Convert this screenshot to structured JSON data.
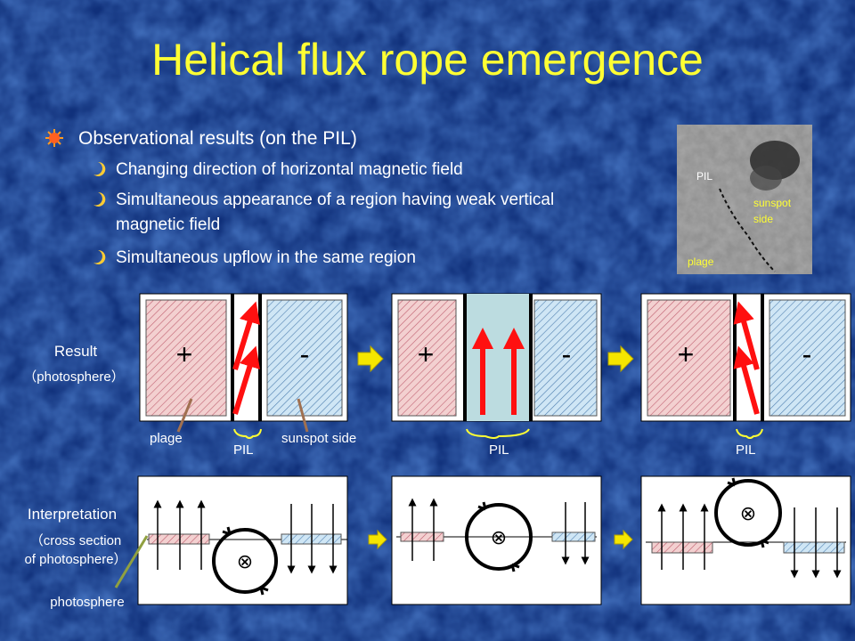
{
  "title": "Helical flux rope emergence",
  "bullets": {
    "main": "Observational results (on the PIL)",
    "sub": [
      "Changing direction of horizontal magnetic field",
      "Simultaneous appearance of a region having weak vertical",
      "magnetic field",
      "Simultaneous upflow in the same region"
    ]
  },
  "inset": {
    "pil": "PIL",
    "sunspot_1": "sunspot",
    "sunspot_2": "side",
    "plage": "plage"
  },
  "panel_text": {
    "plus": "+",
    "minus": "-",
    "cross": "⊗"
  },
  "labels": {
    "result": "Result",
    "result_sub": "（photosphere）",
    "interp": "Interpretation",
    "interp_sub1": "（cross section",
    "interp_sub2": "of photosphere）",
    "photosphere": "photosphere",
    "plage": "plage",
    "sunspot_side": "sunspot side",
    "pil_1": "PIL",
    "pil_2": "PIL",
    "pil_3": "PIL"
  },
  "colors": {
    "title": "#ffff33",
    "positive": "#f0c8c8",
    "negative": "#b8d8f0",
    "arrow": "#ff1010",
    "background": "#1a3a8c"
  },
  "icons": {
    "bullet_main": "sun-icon",
    "bullet_sub": "crescent-moon-icon",
    "flow": "right-arrow-icon"
  }
}
